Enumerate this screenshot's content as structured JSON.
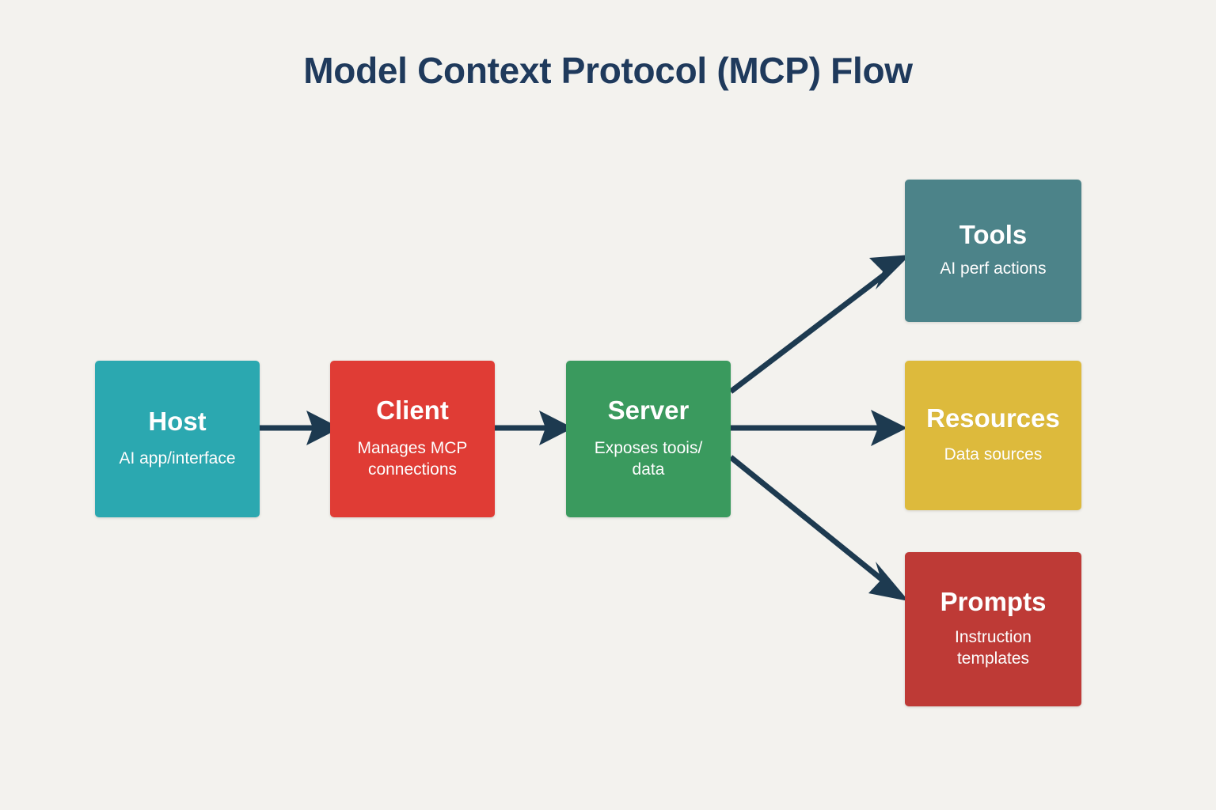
{
  "diagram": {
    "title": "Model Context Protocol (MCP) Flow",
    "background_color": "#f3f2ee",
    "title_color": "#1f3a5c",
    "arrow_color": "#1d3a50"
  },
  "nodes": [
    {
      "id": "host",
      "title": "Host",
      "subtitle": "AI app/interface",
      "color": "#2ba8b0"
    },
    {
      "id": "client",
      "title": "Client",
      "subtitle_line1": "Manages MCP",
      "subtitle_line2": "connections",
      "color": "#e03c35"
    },
    {
      "id": "server",
      "title": "Server",
      "subtitle_line1": "Exposes toois/",
      "subtitle_line2": "data",
      "color": "#3a9a5e"
    },
    {
      "id": "tools",
      "title": "Tools",
      "subtitle": "AI perf actions",
      "color": "#4c8389"
    },
    {
      "id": "resources",
      "title": "Resources",
      "subtitle": "Data sources",
      "color": "#ddba3c"
    },
    {
      "id": "prompts",
      "title": "Prompts",
      "subtitle_line1": "Instruction",
      "subtitle_line2": "templates",
      "color": "#be3a36"
    }
  ],
  "edges": [
    {
      "id": "host-to-client",
      "from": "host",
      "to": "client"
    },
    {
      "id": "client-to-server",
      "from": "client",
      "to": "server"
    },
    {
      "id": "server-to-tools",
      "from": "server",
      "to": "tools"
    },
    {
      "id": "server-to-resources",
      "from": "server",
      "to": "resources"
    },
    {
      "id": "server-to-prompts",
      "from": "server",
      "to": "prompts"
    }
  ]
}
